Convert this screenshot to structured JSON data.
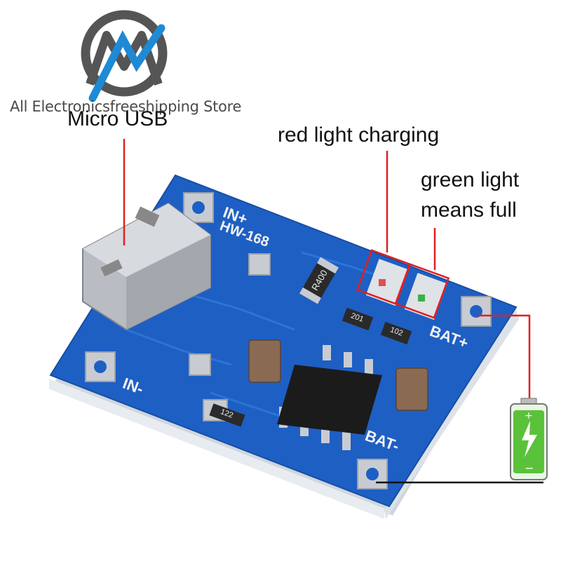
{
  "branding": {
    "store_name": "All Electronicsfreeshipping Store"
  },
  "annotations": {
    "micro_usb": "Micro USB",
    "red_light": "red light charging",
    "green_light_line1": "green light",
    "green_light_line2": "means full"
  },
  "board_labels": {
    "in_plus": "IN+",
    "model": "HW-168",
    "in_minus": "IN-",
    "bat_plus": "BAT+",
    "bat_minus": "BAT-",
    "resistor_main": "R400",
    "resistor_201": "201",
    "resistor_102": "102",
    "resistor_122": "122"
  },
  "colors": {
    "pcb_blue": "#1e5fc4",
    "callout_red": "#e02020",
    "logo_blue": "#1e8ad6",
    "logo_gray": "#555555",
    "battery_green": "#5ac23a"
  },
  "icons": [
    "store-logo",
    "battery-icon",
    "charging-bolt-icon"
  ]
}
